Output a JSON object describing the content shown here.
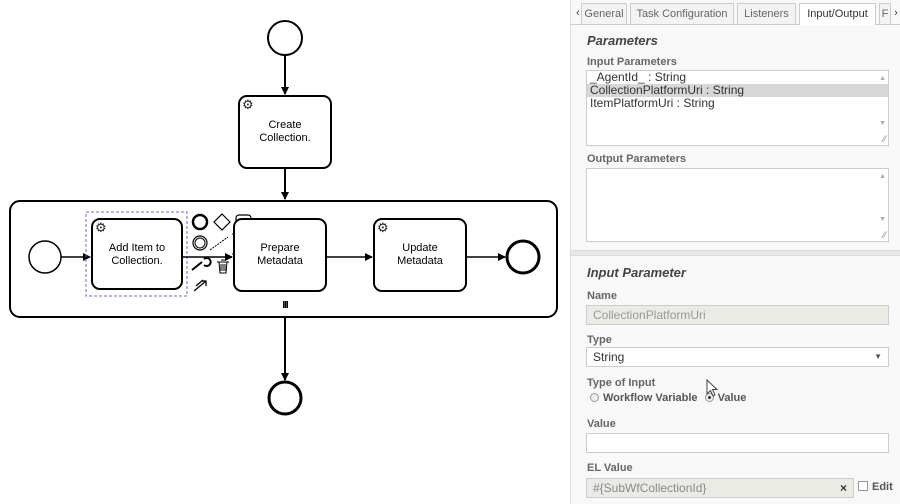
{
  "diagram": {
    "tasks": {
      "create_collection": {
        "label_line1": "Create",
        "label_line2": "Collection."
      },
      "add_item": {
        "label_line1": "Add Item to",
        "label_line2": "Collection."
      },
      "prepare_metadata": {
        "label_line1": "Prepare",
        "label_line2": "Metadata"
      },
      "update_metadata": {
        "label_line1": "Update",
        "label_line2": "Metadata"
      }
    },
    "multi_instance_marker": "III",
    "gear_icon": "⚙"
  },
  "tabs": {
    "prev_arrow": "‹",
    "general": "General",
    "task_configuration": "Task Configuration",
    "listeners": "Listeners",
    "input_output": "Input/Output",
    "extra": "F",
    "next_arrow": "›"
  },
  "parameters": {
    "title": "Parameters",
    "input_label": "Input Parameters",
    "input_items": [
      "_AgentId_ : String",
      "CollectionPlatformUri : String",
      "ItemPlatformUri : String"
    ],
    "output_label": "Output Parameters"
  },
  "input_parameter": {
    "title": "Input Parameter",
    "name_label": "Name",
    "name_value": "CollectionPlatformUri",
    "type_label": "Type",
    "type_value": "String",
    "type_of_input_label": "Type of Input",
    "option_workflow": "Workflow Variable",
    "option_value": "Value",
    "value_label": "Value",
    "value_value": "",
    "el_label": "EL Value",
    "el_value": "#{SubWfCollectionId}",
    "clear_symbol": "×",
    "edit_label": "Edit"
  }
}
